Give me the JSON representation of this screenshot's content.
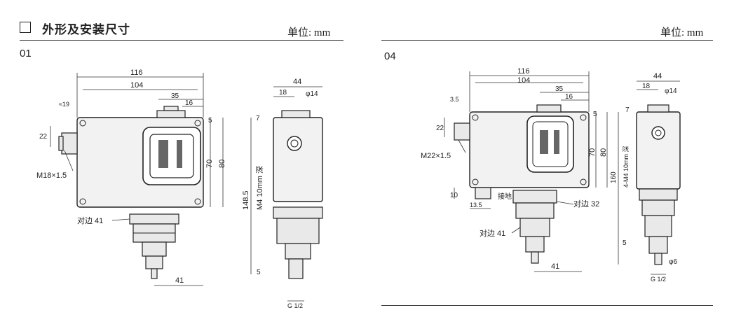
{
  "header": {
    "title": "外形及安装尺寸",
    "unit_left": "单位: mm",
    "unit_right": "单位: mm"
  },
  "figures": [
    {
      "id": "01",
      "labels": {
        "d116": "116",
        "d104": "104",
        "d19": "≈19",
        "d35": "35",
        "d16": "16",
        "d22": "22",
        "d5": "5",
        "d70": "70",
        "d80": "80",
        "thread": "M18×1.5",
        "across": "对边 41",
        "d41": "41",
        "d44": "44",
        "d18": "18",
        "phi14": "φ14",
        "d7": "7",
        "d148": "148.5",
        "m4": "M4 10mm 深",
        "d5b": "5",
        "g12": "G 1/2"
      }
    },
    {
      "id": "04",
      "labels": {
        "d116": "116",
        "d104": "104",
        "d35": "35",
        "d16": "16",
        "d3_5": "3.5",
        "d22": "22",
        "d5": "5",
        "d70": "70",
        "d80": "80",
        "thread": "M22×1.5",
        "d10": "10",
        "d13_5": "13.5",
        "ground": "接地",
        "across32": "对边 32",
        "across41": "对边 41",
        "d41": "41",
        "d44": "44",
        "d18": "18",
        "phi14": "φ14",
        "d7": "7",
        "d160": "160",
        "m4": "4-M4 10mm 深",
        "d5b": "5",
        "phi6": "φ6",
        "g12": "G 1/2"
      }
    }
  ]
}
